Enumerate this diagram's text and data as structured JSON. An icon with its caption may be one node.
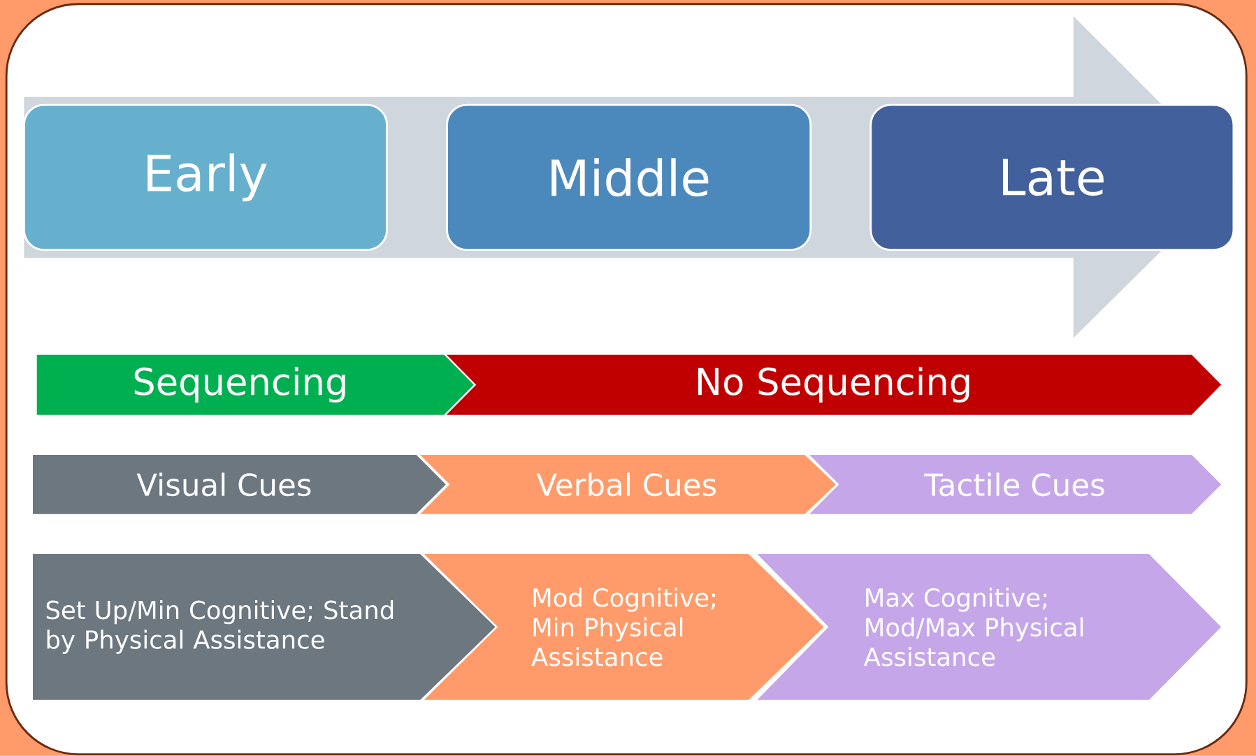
{
  "diagram": {
    "nodes": [
      {
        "text": [
          "Early"
        ]
      },
      {
        "text": [
          "Middle"
        ]
      },
      {
        "text": [
          "Late"
        ]
      },
      {
        "text": [
          "Sequencing"
        ]
      },
      {
        "text": [
          "No Sequencing"
        ]
      },
      {
        "text": [
          "Visual Cues"
        ]
      },
      {
        "text": [
          "Verbal Cues"
        ]
      },
      {
        "text": [
          "Tactile Cues"
        ]
      },
      {
        "text": [
          "Set Up/Min Cognitive; Stand by Physical Assistance"
        ]
      },
      {
        "text": [
          "Mod Cognitive; Min Physical Assistance"
        ]
      },
      {
        "text": [
          "Max Cognitive; Mod/Max Physical Assistance"
        ]
      }
    ]
  }
}
